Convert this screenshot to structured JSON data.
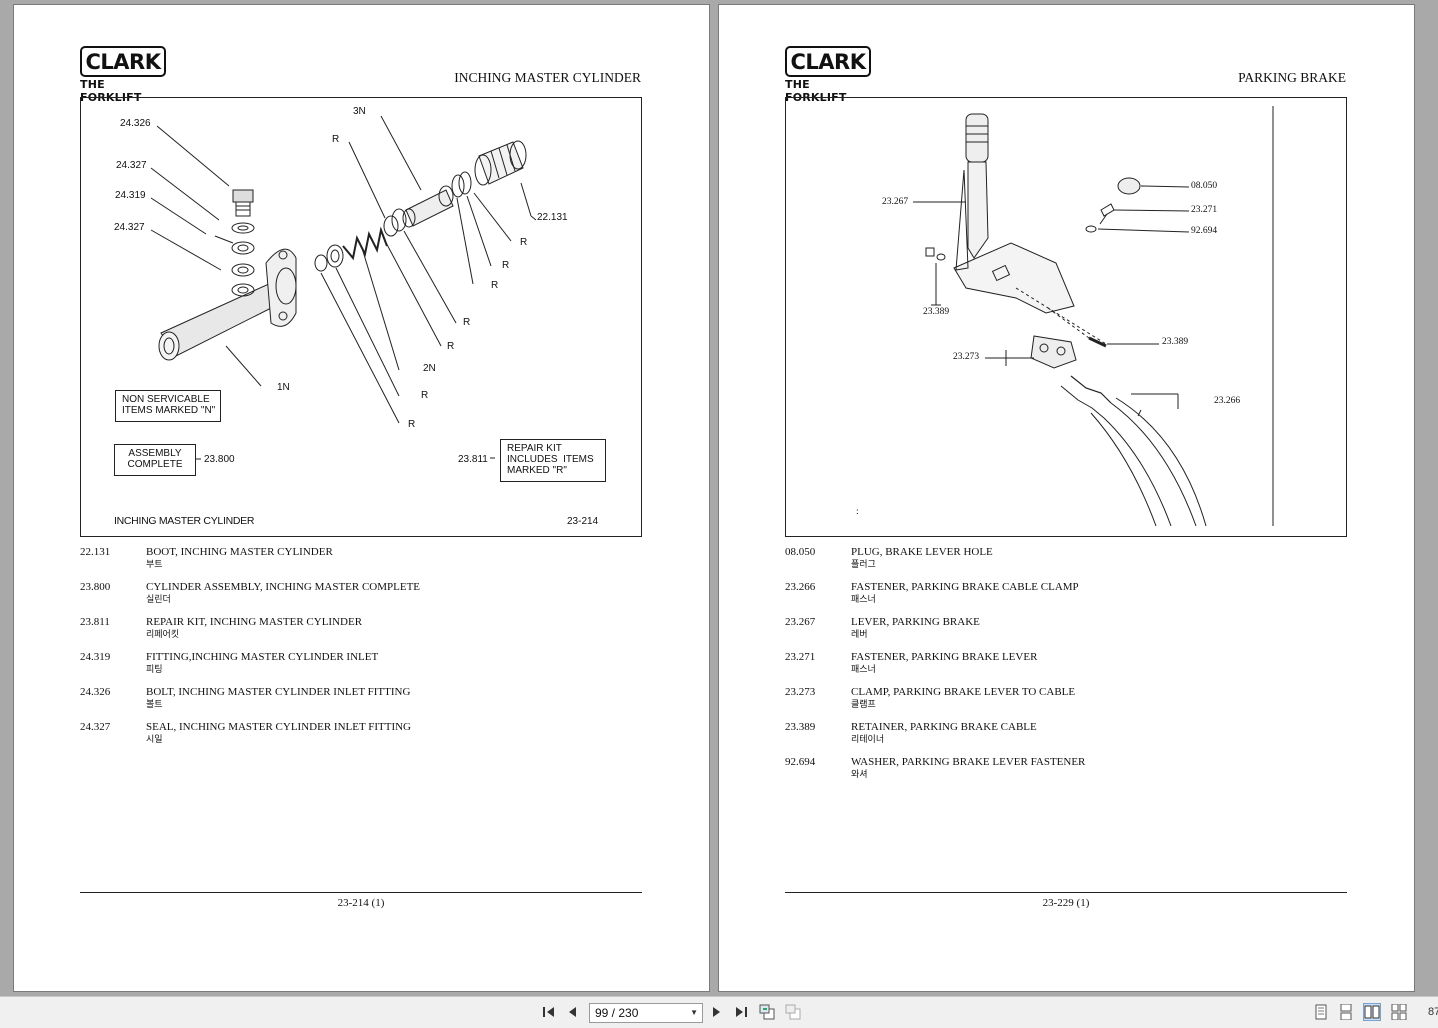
{
  "left_page": {
    "logo": {
      "brand": "CLARK",
      "tagline": "THE FORKLIFT"
    },
    "section_title": "INCHING MASTER CYLINDER",
    "figure": {
      "callouts": [
        "24.326",
        "24.327",
        "24.319",
        "24.327",
        "3N",
        "R",
        "22.131",
        "R",
        "R",
        "R",
        "R",
        "R",
        "2N",
        "1N",
        "R",
        "R"
      ],
      "note_non_serviceable": "NON SERVICABLE\nITEMS MARKED \"N\"",
      "assembly_box": "ASSEMBLY\nCOMPLETE",
      "assembly_number": "23.800",
      "repair_kit_box": "REPAIR KIT\nINCLUDES  ITEMS\nMARKED \"R\"",
      "repair_kit_number": "23.811",
      "caption": "INCHING MASTER CYLINDER",
      "figure_number": "23-214"
    },
    "parts": [
      {
        "num": "22.131",
        "desc": "BOOT, INCHING MASTER CYLINDER",
        "kor": "부트"
      },
      {
        "num": "23.800",
        "desc": "CYLINDER ASSEMBLY, INCHING MASTER COMPLETE",
        "kor": "실린더"
      },
      {
        "num": "23.811",
        "desc": "REPAIR KIT, INCHING MASTER CYLINDER",
        "kor": "리페어킷"
      },
      {
        "num": "24.319",
        "desc": "FITTING,INCHING MASTER CYLINDER INLET",
        "kor": "피팅"
      },
      {
        "num": "24.326",
        "desc": "BOLT, INCHING MASTER CYLINDER INLET FITTING",
        "kor": "볼트"
      },
      {
        "num": "24.327",
        "desc": "SEAL, INCHING MASTER CYLINDER INLET FITTING",
        "kor": "시일"
      }
    ],
    "page_number": "23-214 (1)"
  },
  "right_page": {
    "logo": {
      "brand": "CLARK",
      "tagline": "THE FORKLIFT"
    },
    "section_title": "PARKING BRAKE",
    "figure": {
      "callouts": [
        "23.267",
        "08.050",
        "23.271",
        "92.694",
        "23.389",
        "23.389",
        "23.273",
        "23.266"
      ],
      "marker": ":"
    },
    "parts": [
      {
        "num": "08.050",
        "desc": "PLUG, BRAKE LEVER HOLE",
        "kor": "플러그"
      },
      {
        "num": "23.266",
        "desc": "FASTENER, PARKING BRAKE CABLE CLAMP",
        "kor": "패스너"
      },
      {
        "num": "23.267",
        "desc": "LEVER, PARKING BRAKE",
        "kor": "레버"
      },
      {
        "num": "23.271",
        "desc": "FASTENER, PARKING BRAKE LEVER",
        "kor": "패스너"
      },
      {
        "num": "23.273",
        "desc": "CLAMP, PARKING BRAKE LEVER TO CABLE",
        "kor": "클램프"
      },
      {
        "num": "23.389",
        "desc": "RETAINER, PARKING BRAKE CABLE",
        "kor": "리테이너"
      },
      {
        "num": "92.694",
        "desc": "WASHER, PARKING BRAKE LEVER FASTENER",
        "kor": "와셔"
      }
    ],
    "page_number": "23-229 (1)"
  },
  "toolbar": {
    "page_indicator": "99 / 230",
    "zoom_partial": "87",
    "icons": [
      "first-page-icon",
      "previous-page-icon",
      "next-page-icon",
      "last-page-icon",
      "previous-view-icon",
      "next-view-icon",
      "single-page-icon",
      "continuous-page-icon",
      "facing-pages-icon",
      "continuous-facing-icon"
    ]
  }
}
